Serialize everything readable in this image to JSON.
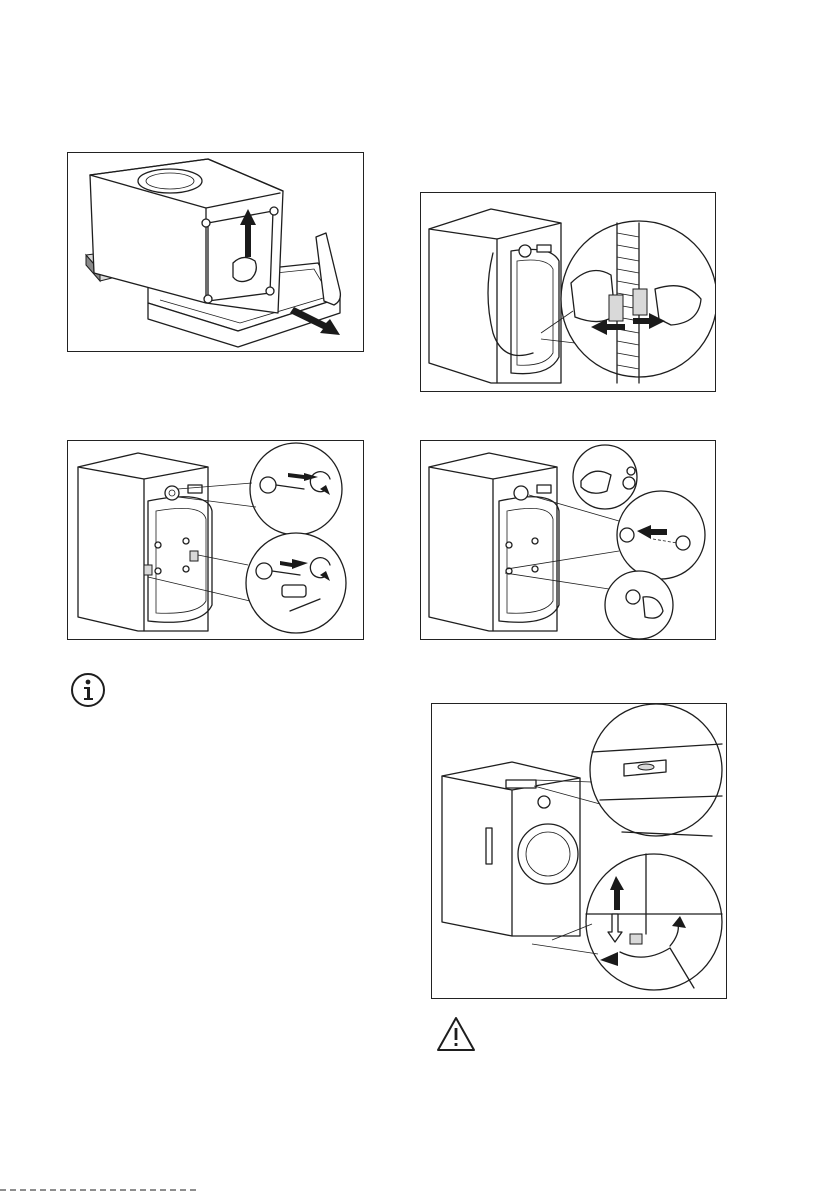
{
  "page": {
    "figures": [
      {
        "id": "remove-base-packaging",
        "icon": "lift-and-pull-illustration"
      },
      {
        "id": "release-hose-clamp",
        "icon": "hose-clamp-illustration"
      },
      {
        "id": "remove-transit-bolts",
        "icon": "transit-bolts-illustration"
      },
      {
        "id": "insert-plastic-caps",
        "icon": "plastic-caps-illustration"
      },
      {
        "id": "level-appliance",
        "icon": "spirit-level-illustration"
      }
    ],
    "notices": [
      {
        "type": "information",
        "icon": "info-icon"
      },
      {
        "type": "warning",
        "icon": "warning-triangle-icon"
      }
    ],
    "colors": {
      "line": "#1e1e1e",
      "shade": "#d9d9d9",
      "background": "#ffffff"
    }
  }
}
